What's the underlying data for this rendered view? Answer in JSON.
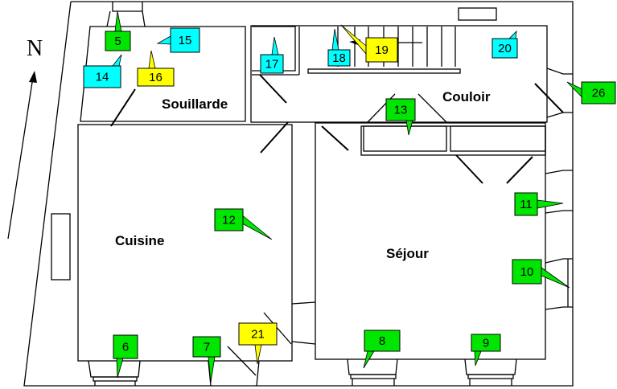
{
  "compass": {
    "label": "N"
  },
  "rooms": {
    "souillarde": "Souillarde",
    "couloir": "Couloir",
    "cuisine": "Cuisine",
    "sejour": "Séjour"
  },
  "colors": {
    "green": "#00e600",
    "cyan": "#00ffff",
    "yellow": "#ffff00"
  },
  "markers": [
    {
      "label": "5",
      "color": "green"
    },
    {
      "label": "15",
      "color": "cyan"
    },
    {
      "label": "14",
      "color": "cyan"
    },
    {
      "label": "16",
      "color": "yellow"
    },
    {
      "label": "17",
      "color": "cyan"
    },
    {
      "label": "18",
      "color": "cyan"
    },
    {
      "label": "19",
      "color": "yellow"
    },
    {
      "label": "20",
      "color": "cyan"
    },
    {
      "label": "26",
      "color": "green"
    },
    {
      "label": "13",
      "color": "green"
    },
    {
      "label": "11",
      "color": "green"
    },
    {
      "label": "12",
      "color": "green"
    },
    {
      "label": "10",
      "color": "green"
    },
    {
      "label": "6",
      "color": "green"
    },
    {
      "label": "7",
      "color": "green"
    },
    {
      "label": "21",
      "color": "yellow"
    },
    {
      "label": "8",
      "color": "green"
    },
    {
      "label": "9",
      "color": "green"
    }
  ]
}
